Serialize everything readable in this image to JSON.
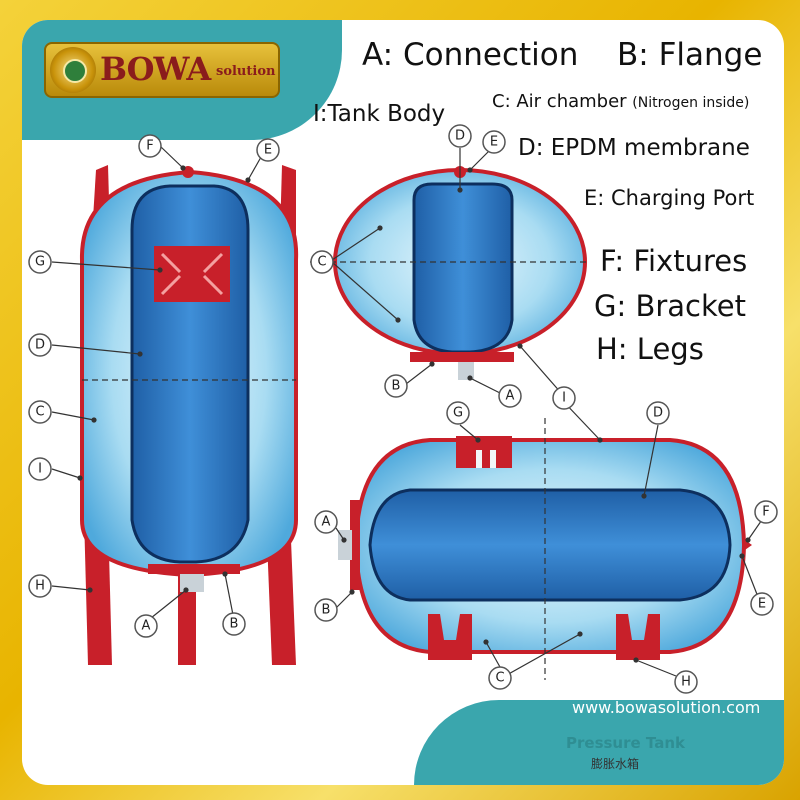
{
  "brand": {
    "word": "BOWA",
    "sub": "solution"
  },
  "legend": {
    "a": "A: Connection",
    "b": "B: Flange",
    "i": "I:Tank Body",
    "c": "C: Air chamber",
    "c_note": "(Nitrogen inside)",
    "d": "D: EPDM membrane",
    "e": "E: Charging Port",
    "f": "F: Fixtures",
    "g": "G: Bracket",
    "h": "H: Legs"
  },
  "callouts": {
    "a": "A",
    "b": "B",
    "c": "C",
    "d": "D",
    "e": "E",
    "f": "F",
    "g": "G",
    "h": "H",
    "i": "I"
  },
  "footer": {
    "url": "www.bowasolution.com",
    "title": "Pressure Tank",
    "subtitle_cn": "膨胀水箱"
  },
  "colors": {
    "tank_red": "#c8202a",
    "tank_blue_light": "#a9dcf2",
    "membrane_blue": "#1f5fa6",
    "accent_teal": "#3aa6ad",
    "frame_gold": "#e8b400"
  }
}
